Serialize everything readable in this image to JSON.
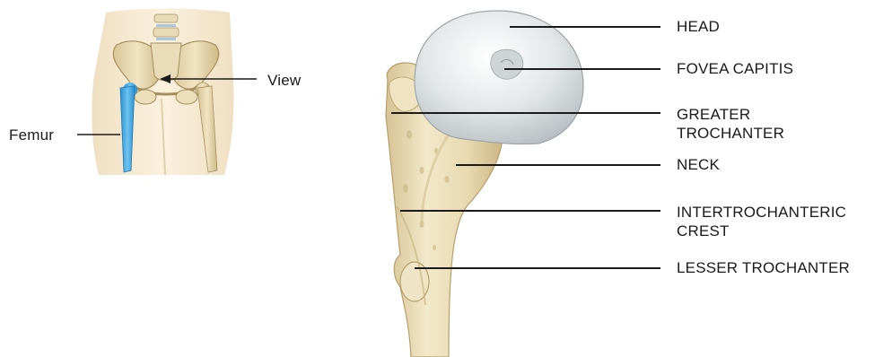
{
  "inset": {
    "femur_label": "Femur",
    "view_label": "View",
    "colors": {
      "skin": "#f5e8cf",
      "bone": "#ead9b3",
      "femur_highlight": "#3da5dd"
    }
  },
  "callouts": [
    {
      "id": "head",
      "text": "HEAD"
    },
    {
      "id": "fovea-capitis",
      "text": "FOVEA CAPITIS"
    },
    {
      "id": "greater-trochanter",
      "text": "GREATER\nTROCHANTER"
    },
    {
      "id": "neck",
      "text": "NECK"
    },
    {
      "id": "intertrochanteric-crest",
      "text": "INTERTROCHANTERIC\nCREST"
    },
    {
      "id": "lesser-trochanter",
      "text": "LESSER TROCHANTER"
    }
  ],
  "colors": {
    "bone": "#ece0bd",
    "head": "#d9dee0",
    "line": "#1a1a1a"
  }
}
